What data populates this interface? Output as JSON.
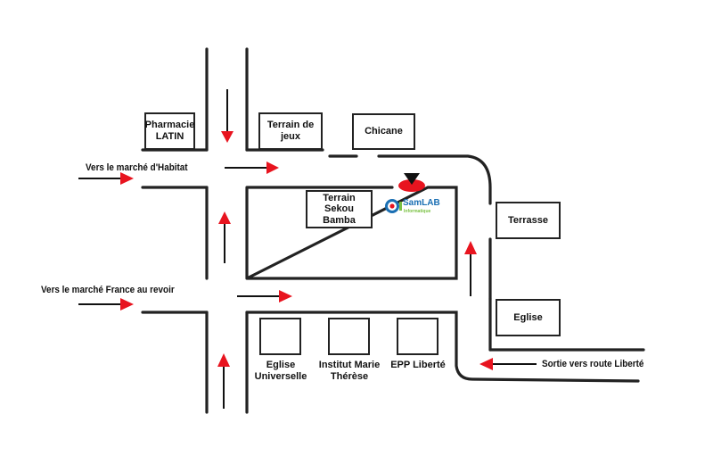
{
  "labels": {
    "pharmacie": "Pharmacie\nLATIN",
    "terrain_jeux": "Terrain de\njeux",
    "chicane": "Chicane",
    "terrain_sekou": "Terrain\nSekou Bamba",
    "terrasse": "Terrasse",
    "eglise": "Eglise",
    "eglise_universelle": "Eglise\nUniverselle",
    "institut": "Institut Marie\nThérèse",
    "epp": "EPP Liberté",
    "habitat": "Vers le marché d'Habitat",
    "france_au_revoir": "Vers le marché France au revoir",
    "sortie": "Sortie vers route Liberté"
  },
  "logo": {
    "name": "SamLAB",
    "sub": "Informatique"
  },
  "colors": {
    "road": "#222222",
    "arrow_head": "#e8141f",
    "marker": "#e8141f"
  },
  "icons": [
    "location-pin-marker",
    "direction-arrow",
    "samlab-logo"
  ]
}
